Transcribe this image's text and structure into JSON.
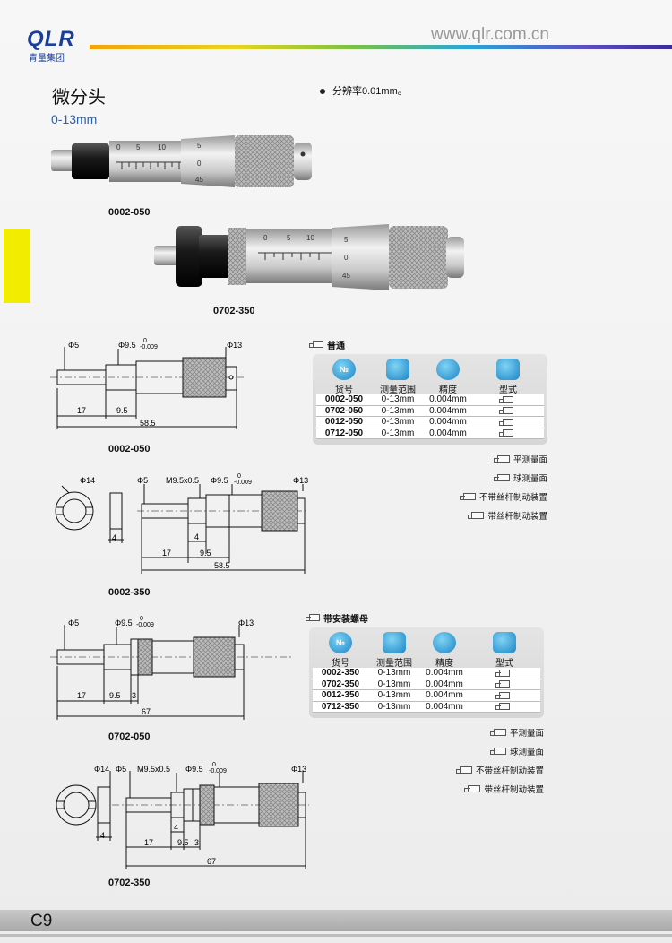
{
  "header": {
    "logo_mark": "QLR",
    "logo_sub": "青量集团",
    "url": "www.qlr.com.cn"
  },
  "product": {
    "title": "微分头",
    "range": "0-13mm",
    "feature": "分辨率0.01mm。"
  },
  "photos": [
    {
      "label": "0002-050"
    },
    {
      "label": "0702-350"
    }
  ],
  "drawings": [
    {
      "label": "0002-050",
      "dims": {
        "d_small": "Φ5",
        "d_mid": "Φ9.5",
        "tol_top": "0",
        "tol_bot": "-0.009",
        "d_end": "Φ13",
        "l1": "17",
        "l2": "9.5",
        "total": "58.5"
      }
    },
    {
      "label": "0002-350",
      "dims": {
        "d_nut": "Φ14",
        "nut_w": "4",
        "d_small": "Φ5",
        "thread": "M9.5x0.5",
        "d_mid": "Φ9.5",
        "tol_top": "0",
        "tol_bot": "-0.009",
        "d_end": "Φ13",
        "l0": "4",
        "l1": "17",
        "l2": "9.5",
        "total": "58.5"
      }
    },
    {
      "label": "0702-050",
      "dims": {
        "d_small": "Φ5",
        "d_mid": "Φ9.5",
        "tol_top": "0",
        "tol_bot": "-0.009",
        "d_end": "Φ13",
        "l1": "17",
        "l2": "9.5",
        "l3": "3",
        "total": "67"
      }
    },
    {
      "label": "0702-350",
      "dims": {
        "d_nut": "Φ14",
        "d_small": "Φ5",
        "thread": "M9.5x0.5",
        "d_mid": "Φ9.5",
        "tol_top": "0",
        "tol_bot": "-0.009",
        "d_end": "Φ13",
        "nut_w": "4",
        "l0": "4",
        "l1": "17",
        "l2": "9.5",
        "l3": "3",
        "total": "67"
      }
    }
  ],
  "tables": [
    {
      "caption": "普通",
      "icons": [
        "№",
        "scale-icon",
        "dial-icon",
        "type-icon"
      ],
      "headers": [
        "货号",
        "测量范围",
        "精度",
        "型式"
      ],
      "rows": [
        [
          "0002-050",
          "0-13mm",
          "0.004mm"
        ],
        [
          "0702-050",
          "0-13mm",
          "0.004mm"
        ],
        [
          "0012-050",
          "0-13mm",
          "0.004mm"
        ],
        [
          "0712-050",
          "0-13mm",
          "0.004mm"
        ]
      ],
      "legend": [
        "平测量面",
        "球测量面",
        "不带丝杆制动装置",
        "带丝杆制动装置"
      ]
    },
    {
      "caption": "带安装螺母",
      "icons": [
        "№",
        "scale-icon",
        "dial-icon",
        "type-icon"
      ],
      "headers": [
        "货号",
        "测量范围",
        "精度",
        "型式"
      ],
      "rows": [
        [
          "0002-350",
          "0-13mm",
          "0.004mm"
        ],
        [
          "0702-350",
          "0-13mm",
          "0.004mm"
        ],
        [
          "0012-350",
          "0-13mm",
          "0.004mm"
        ],
        [
          "0712-350",
          "0-13mm",
          "0.004mm"
        ]
      ],
      "legend": [
        "平测量面",
        "球测量面",
        "不带丝杆制动装置",
        "带丝杆制动装置"
      ]
    }
  ],
  "photo_scale": {
    "top": [
      "0",
      "5",
      "10"
    ],
    "thimble": [
      "5",
      "0",
      "45"
    ]
  },
  "footer": {
    "page": "C9"
  },
  "colors": {
    "accent_blue": "#1a3f9a",
    "tab_yellow": "#f2ec00",
    "range_blue": "#2a5fb0"
  }
}
